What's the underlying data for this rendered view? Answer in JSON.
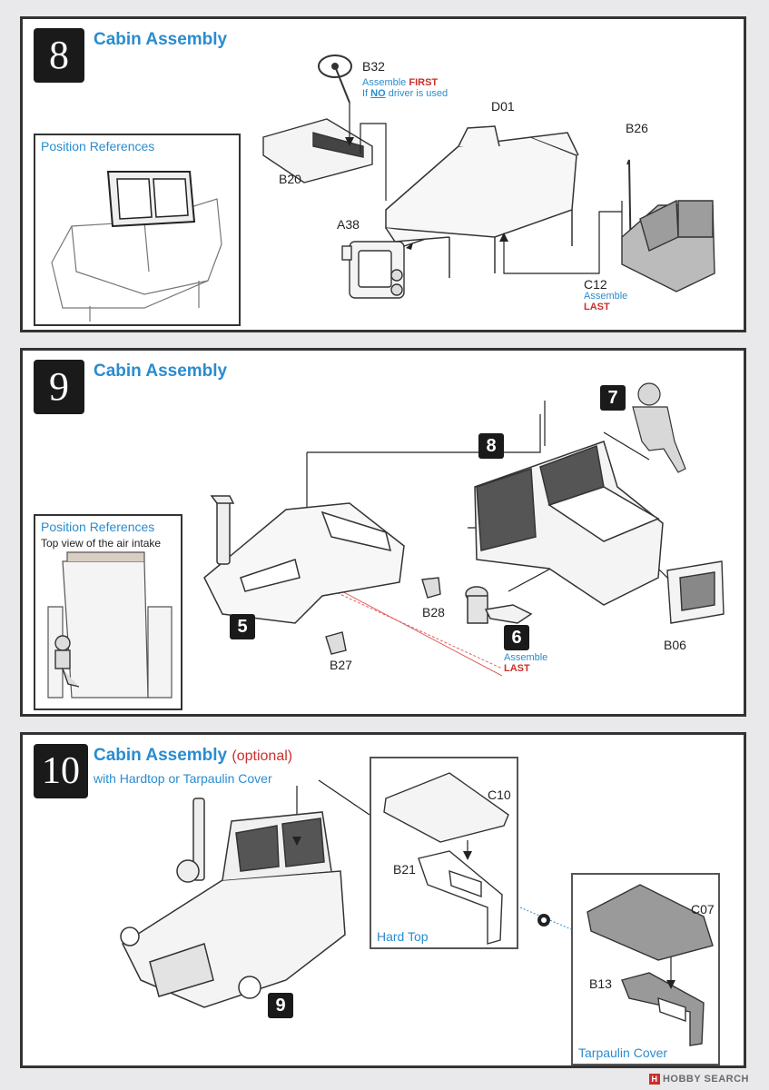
{
  "steps": [
    {
      "number": "8",
      "title": "Cabin Assembly",
      "reference_title": "Position References",
      "parts": {
        "b32": "B32",
        "b20": "B20",
        "d01": "D01",
        "b26": "B26",
        "a38": "A38",
        "c12": "C12"
      },
      "notes": {
        "b32_assemble": "Assemble ",
        "b32_first": "FIRST",
        "b32_if": "If ",
        "b32_no": "NO",
        "b32_driver": " driver is used",
        "c12_assemble": "Assemble",
        "c12_last": "LAST"
      }
    },
    {
      "number": "9",
      "title": "Cabin Assembly",
      "reference_title": "Position References",
      "reference_subtitle": "Top view of the air intake",
      "badges": {
        "seven": "7",
        "eight": "8",
        "five": "5",
        "six": "6"
      },
      "parts": {
        "b28": "B28",
        "b27": "B27",
        "b06": "B06"
      },
      "notes": {
        "six_assemble": "Assemble",
        "six_last": "LAST"
      }
    },
    {
      "number": "10",
      "title": "Cabin Assembly",
      "title_optional": "(optional)",
      "subtitle": "with Hardtop or Tarpaulin Cover",
      "badges": {
        "nine": "9"
      },
      "parts": {
        "c10": "C10",
        "b21": "B21",
        "c07": "C07",
        "b13": "B13"
      },
      "hardtop_caption": "Hard Top",
      "tarpaulin_caption": "Tarpaulin Cover"
    }
  ],
  "watermark": "HOBBY SEARCH",
  "colors": {
    "accent_blue": "#2a8ccf",
    "accent_red": "#c9302c",
    "badge_black": "#1a1a1a"
  }
}
